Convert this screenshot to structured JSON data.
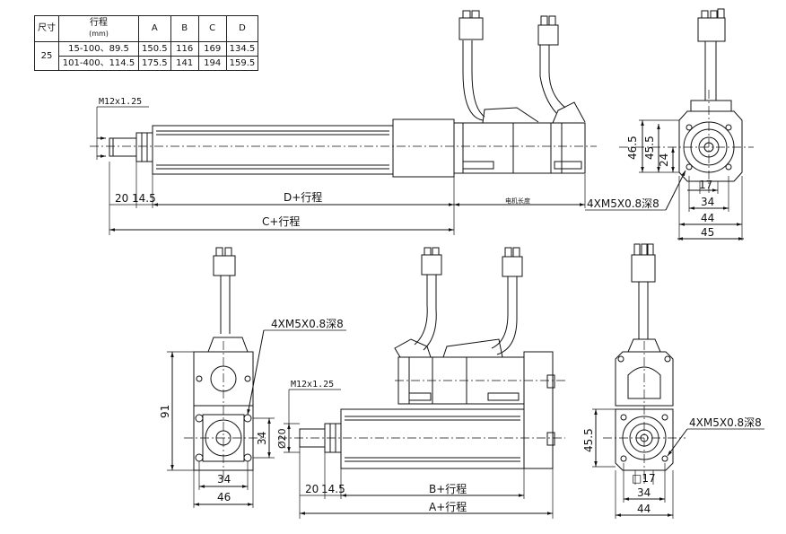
{
  "table": {
    "headers": [
      "尺寸",
      "行程",
      "A",
      "B",
      "C",
      "D"
    ],
    "header_unit": "(mm)",
    "size_label": "25",
    "rows": [
      {
        "stroke": "15-100、89.5",
        "A": "150.5",
        "B": "116",
        "C": "169",
        "D": "134.5"
      },
      {
        "stroke": "101-400、114.5",
        "A": "175.5",
        "B": "141",
        "C": "194",
        "D": "159.5"
      }
    ]
  },
  "top_side": {
    "thread": "M12x1.25",
    "dim_20": "20",
    "dim_14_5": "14.5",
    "d_label": "D+行程",
    "c_label": "C+行程",
    "motor_length": "电机长度"
  },
  "top_end": {
    "dim_46_5": "46.5",
    "dim_45_5": "45.5",
    "dim_24": "24",
    "dim_17": "17",
    "screw": "4XM5X0.8深8",
    "dim_34": "34",
    "dim_44": "44",
    "dim_45": "45"
  },
  "bottom_front": {
    "screw": "4XM5X0.8深8",
    "dim_91": "91",
    "dim_34v": "34",
    "dim_34h": "34",
    "dim_46": "46"
  },
  "bottom_side": {
    "thread": "M12x1.25",
    "dia": "Ø20",
    "dim_20": "20",
    "dim_14_5": "14.5",
    "b_label": "B+行程",
    "a_label": "A+行程"
  },
  "bottom_end": {
    "screw": "4XM5X0.8深8",
    "dim_45_5": "45.5",
    "dim_17": "□17",
    "dim_34": "34",
    "dim_44": "44"
  }
}
